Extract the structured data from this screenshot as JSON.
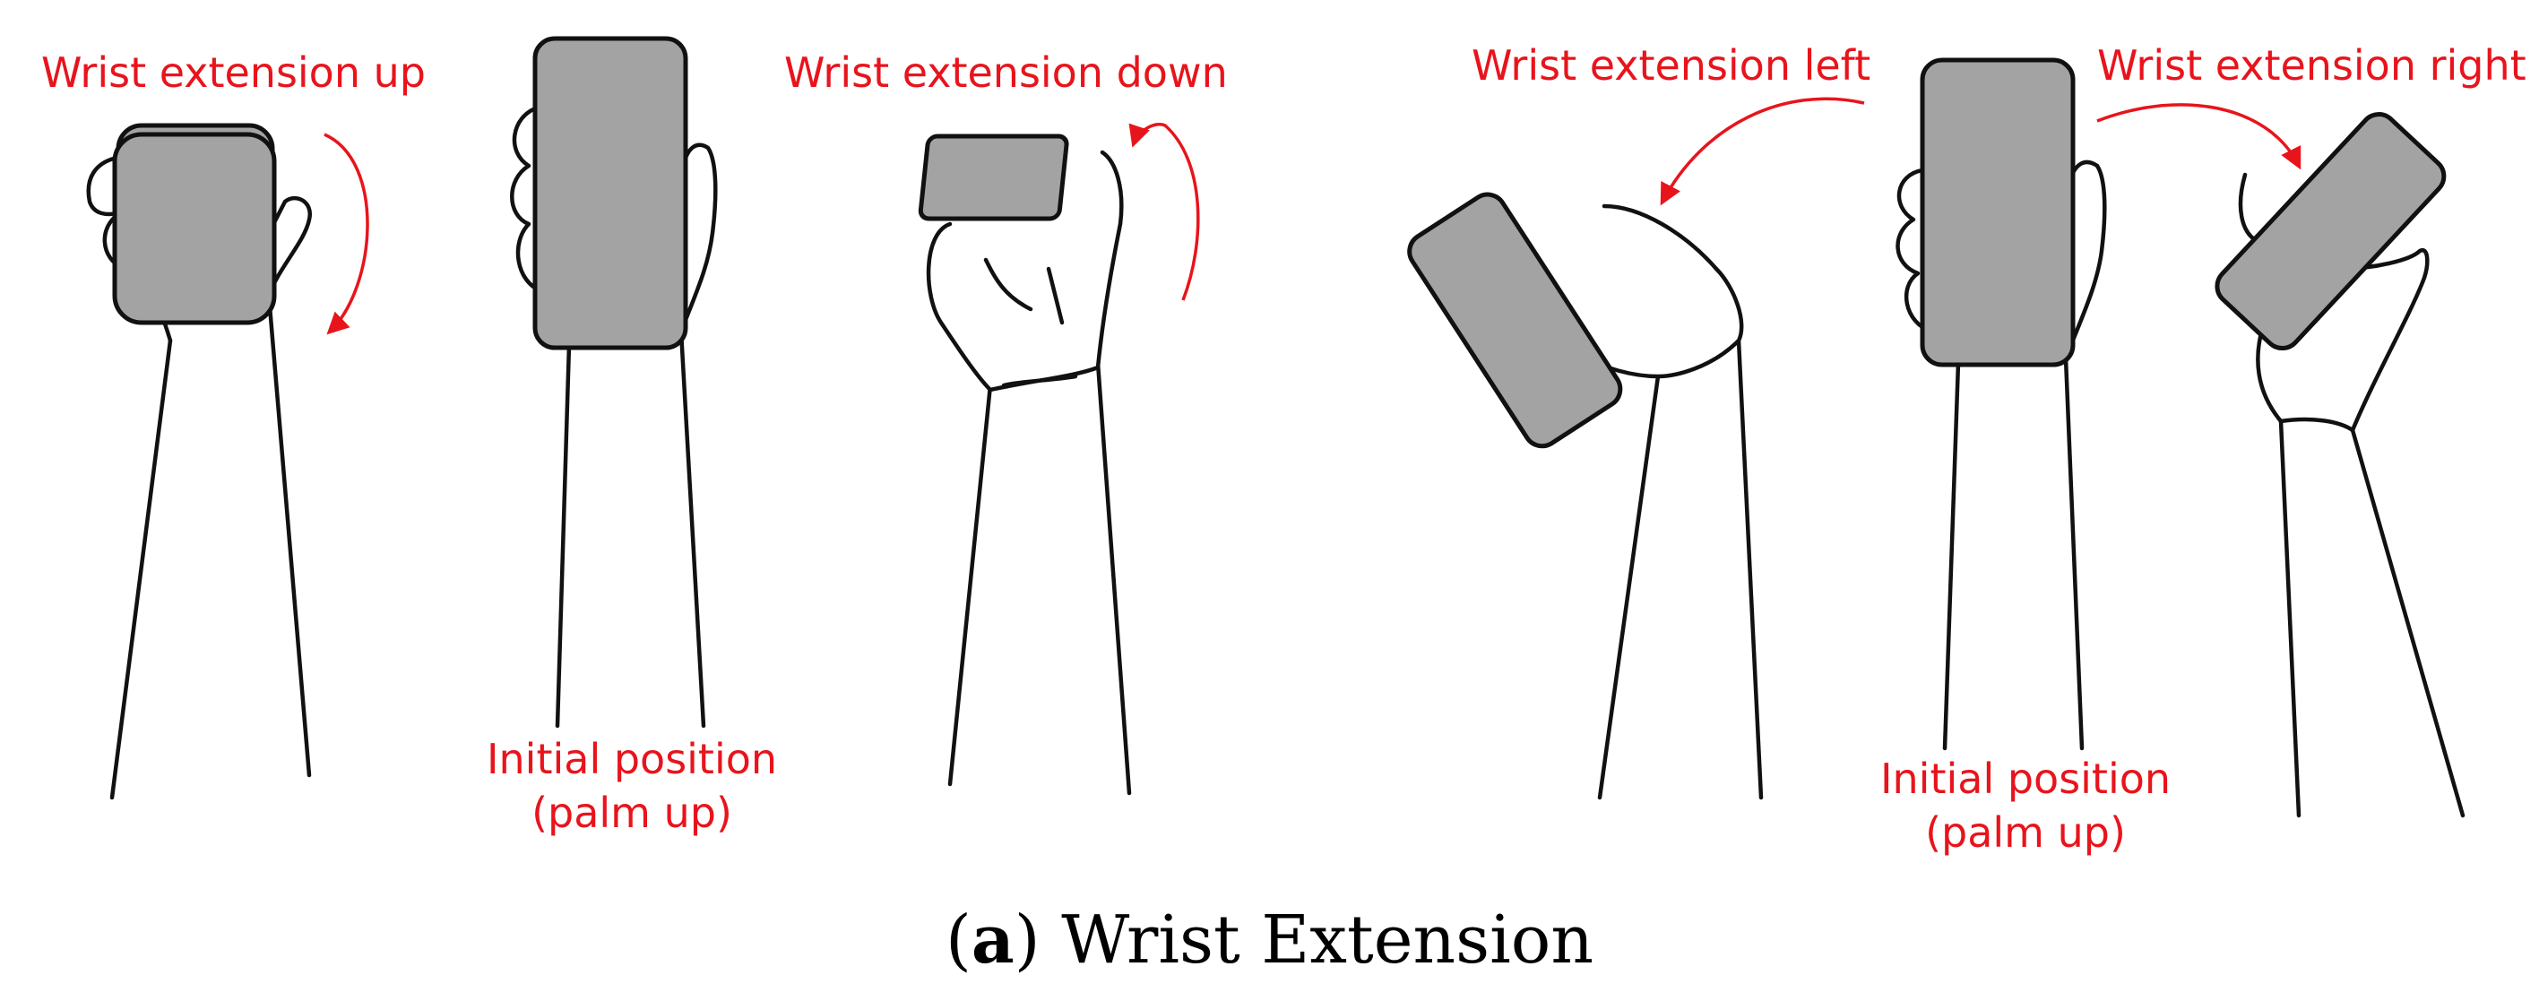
{
  "labels": {
    "up": "Wrist extension up",
    "initial_1": "Initial position\n(palm up)",
    "down": "Wrist extension down",
    "left": "Wrist extension left",
    "initial_2": "Initial position\n(palm up)",
    "right": "Wrist extension right"
  },
  "caption": {
    "letter": "a",
    "text": "Wrist Extension"
  },
  "colors": {
    "label": "#e8141c",
    "phone_fill": "#a3a3a3",
    "line": "#111111"
  }
}
